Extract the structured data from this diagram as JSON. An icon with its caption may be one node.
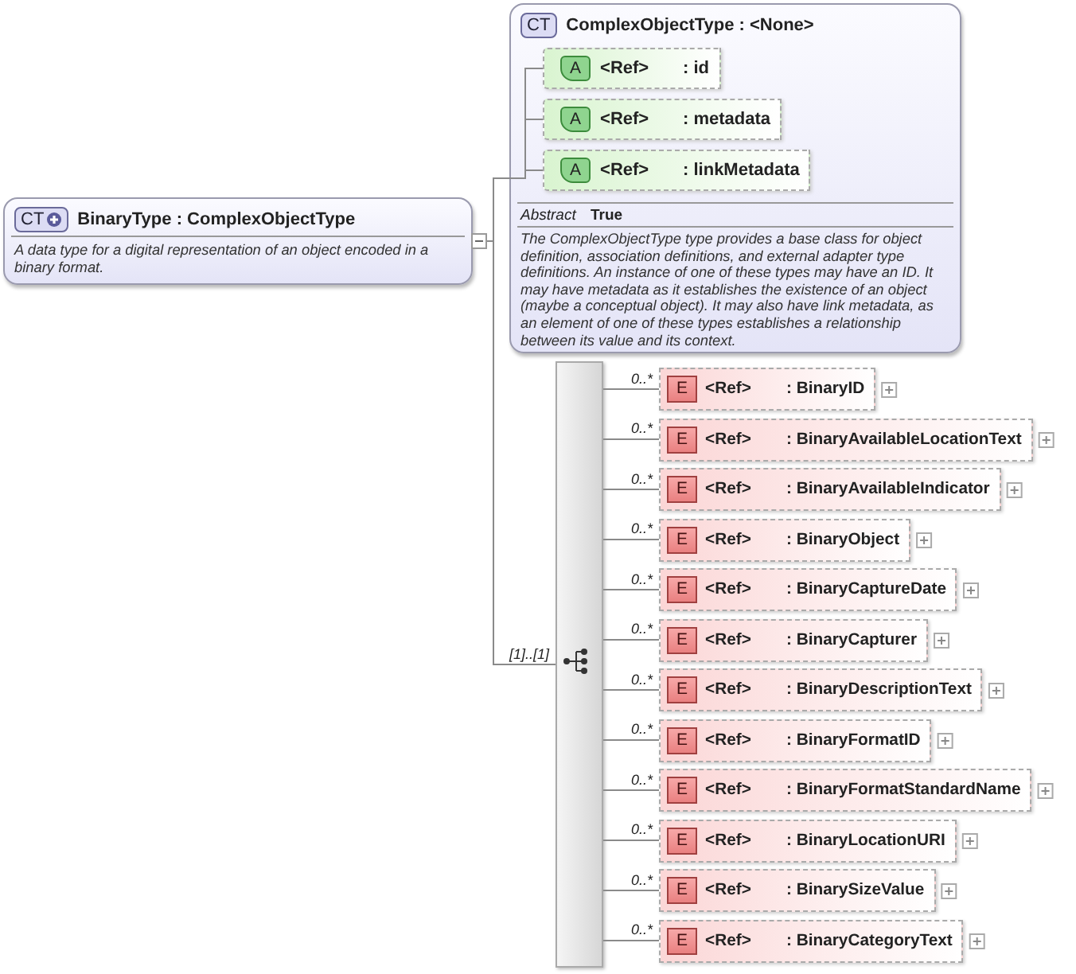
{
  "diagram": {
    "nodes": [
      {
        "text": [
          "CT",
          "BinaryType : ComplexObjectType",
          "A data type for a digital representation of an object encoded in a binary format."
        ]
      },
      {
        "text": [
          "CT",
          "ComplexObjectType : <None>",
          "Abstract",
          "True",
          "The ComplexObjectType type provides a base class for object definition, association definitions, and external adapter type definitions. An instance of one of these types may have an ID. It may have metadata as it establishes the existence of an object (maybe a conceptual object). It may also have link metadata, as an element of one of these types establishes a relationship between its value and its context."
        ]
      },
      {
        "text": [
          "A",
          "<Ref>",
          ": id"
        ],
        "in": 1
      },
      {
        "text": [
          "A",
          "<Ref>",
          ": metadata"
        ],
        "in": 1
      },
      {
        "text": [
          "A",
          "<Ref>",
          ": linkMetadata"
        ],
        "in": 1
      },
      {
        "text": [],
        "shape": "bar"
      },
      {
        "text": [
          "E",
          "<Ref>",
          ": BinaryID"
        ]
      },
      {
        "text": [
          "E",
          "<Ref>",
          ": BinaryAvailableLocationText"
        ]
      },
      {
        "text": [
          "E",
          "<Ref>",
          ": BinaryAvailableIndicator"
        ]
      },
      {
        "text": [
          "E",
          "<Ref>",
          ": BinaryObject"
        ]
      },
      {
        "text": [
          "E",
          "<Ref>",
          ": BinaryCaptureDate"
        ]
      },
      {
        "text": [
          "E",
          "<Ref>",
          ": BinaryCapturer"
        ]
      },
      {
        "text": [
          "E",
          "<Ref>",
          ": BinaryDescriptionText"
        ]
      },
      {
        "text": [
          "E",
          "<Ref>",
          ": BinaryFormatID"
        ]
      },
      {
        "text": [
          "E",
          "<Ref>",
          ": BinaryFormatStandardName"
        ]
      },
      {
        "text": [
          "E",
          "<Ref>",
          ": BinaryLocationURI"
        ]
      },
      {
        "text": [
          "E",
          "<Ref>",
          ": BinarySizeValue"
        ]
      },
      {
        "text": [
          "E",
          "<Ref>",
          ": BinaryCategoryText"
        ]
      }
    ],
    "edges": [
      {
        "from": 0,
        "to": 1,
        "arrow": "none"
      },
      {
        "from": 1,
        "to": 2,
        "arrow": "none"
      },
      {
        "from": 1,
        "to": 3,
        "arrow": "none"
      },
      {
        "from": 1,
        "to": 4,
        "arrow": "none"
      },
      {
        "from": 0,
        "to": 5,
        "arrow": "none",
        "label": "[1]..[1]"
      },
      {
        "from": 5,
        "to": 6,
        "arrow": "none",
        "label": "0..*"
      },
      {
        "from": 5,
        "to": 7,
        "arrow": "none",
        "label": "0..*"
      },
      {
        "from": 5,
        "to": 8,
        "arrow": "none",
        "label": "0..*"
      },
      {
        "from": 5,
        "to": 9,
        "arrow": "none",
        "label": "0..*"
      },
      {
        "from": 5,
        "to": 10,
        "arrow": "none",
        "label": "0..*"
      },
      {
        "from": 5,
        "to": 11,
        "arrow": "none",
        "label": "0..*"
      },
      {
        "from": 5,
        "to": 12,
        "arrow": "none",
        "label": "0..*"
      },
      {
        "from": 5,
        "to": 13,
        "arrow": "none",
        "label": "0..*"
      },
      {
        "from": 5,
        "to": 14,
        "arrow": "none",
        "label": "0..*"
      },
      {
        "from": 5,
        "to": 15,
        "arrow": "none",
        "label": "0..*"
      },
      {
        "from": 5,
        "to": 16,
        "arrow": "none",
        "label": "0..*"
      },
      {
        "from": 5,
        "to": 17,
        "arrow": "none",
        "label": "0..*"
      }
    ]
  }
}
